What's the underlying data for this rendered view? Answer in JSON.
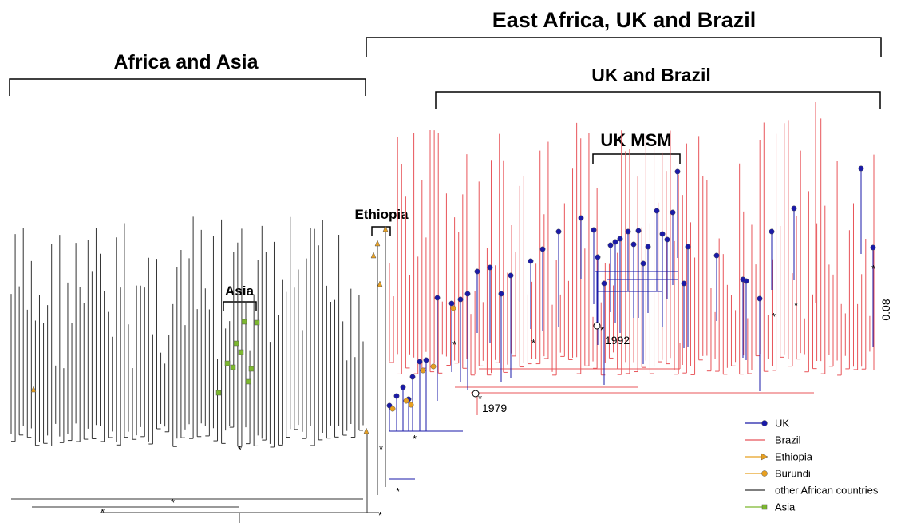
{
  "clades": {
    "east_africa_uk_brazil": "East Africa, UK and Brazil",
    "africa_asia": "Africa and Asia",
    "uk_brazil": "UK and Brazil",
    "uk_msm": "UK MSM",
    "ethiopia": "Ethiopia",
    "asia": "Asia"
  },
  "dates": {
    "d1992": "1992",
    "d1979": "1979"
  },
  "scale": {
    "label": "0.08"
  },
  "support_marker": "*",
  "legend": [
    {
      "label": "UK",
      "color": "#1a1aa8",
      "marker": "circle-icon"
    },
    {
      "label": "Brazil",
      "color": "#e8555a",
      "marker": "none"
    },
    {
      "label": "Ethiopia",
      "color": "#e8a020",
      "marker": "triangle-icon"
    },
    {
      "label": "Burundi",
      "color": "#e8a020",
      "marker": "circle-icon"
    },
    {
      "label": "other African countries",
      "color": "#333333",
      "marker": "none"
    },
    {
      "label": "Asia",
      "color": "#7cb82f",
      "marker": "square-icon"
    }
  ],
  "colors": {
    "uk": "#1a1aa8",
    "brazil": "#e8555a",
    "africa": "#333333",
    "ethiopia": "#e8a020",
    "asia": "#7cb82f"
  }
}
